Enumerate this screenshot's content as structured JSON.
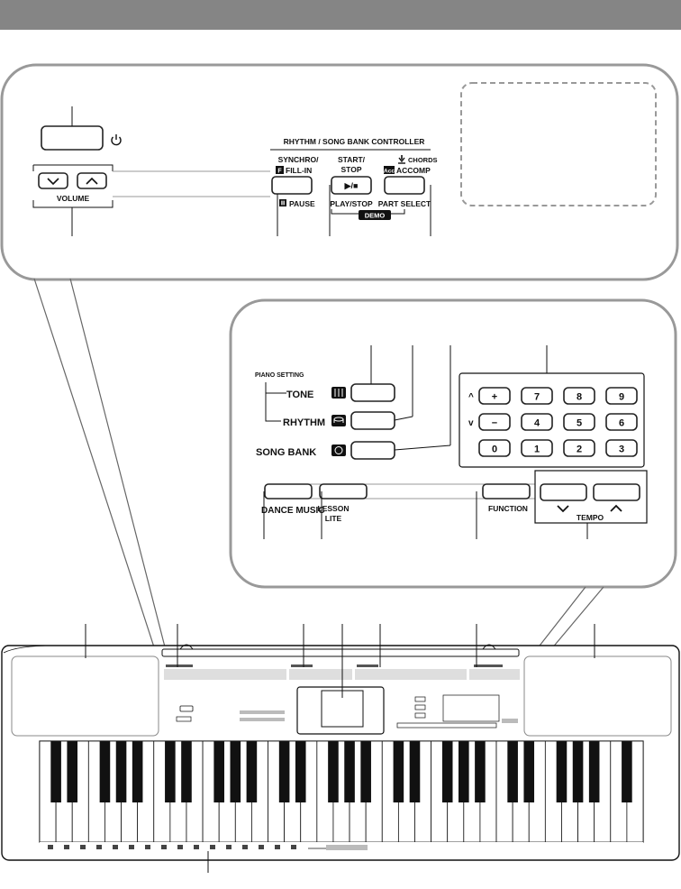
{
  "top_panel": {
    "power_icon": "power-icon",
    "volume": "VOLUME",
    "controller_title": "RHYTHM / SONG BANK CONTROLLER",
    "synchro_line1": "SYNCHRO/",
    "synchro_f": "F",
    "synchro_line2": "FILL-IN",
    "pause": "PAUSE",
    "start_line1": "START/",
    "start_line2": "STOP",
    "start_symbol": "▶/■",
    "playstop": "PLAY/STOP",
    "demo": "DEMO",
    "chords": "CHORDS",
    "acc_badge": "Acc",
    "accomp": "ACCOMP",
    "part_select": "PART SELECT"
  },
  "middle_panel": {
    "piano_setting": "PIANO SETTING",
    "tone": "TONE",
    "rhythm": "RHYTHM",
    "song_bank": "SONG BANK",
    "dance_music": "DANCE MUSIC",
    "lesson_line1": "LESSON",
    "lesson_line2": "LITE",
    "function": "FUNCTION",
    "tempo": "TEMPO",
    "keypad_row1": [
      "+",
      "7",
      "8",
      "9"
    ],
    "keypad_row2": [
      "−",
      "4",
      "5",
      "6"
    ],
    "keypad_row3": [
      "0",
      "1",
      "2",
      "3"
    ],
    "up_glyph": "^",
    "down_glyph": "v"
  }
}
